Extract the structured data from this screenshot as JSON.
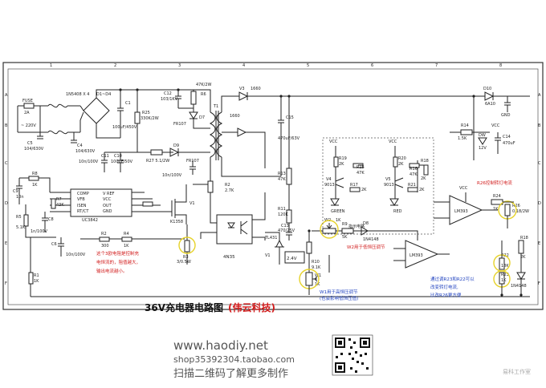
{
  "title": {
    "text": "36V充电器电路图",
    "company": "(伟云科技)"
  },
  "website": {
    "url": "www.haodiy.net",
    "shop": "shop35392304.taobao.com",
    "cta": "扫描二维码了解更多制作"
  },
  "watermark": "易科工作室",
  "grid": {
    "columns": [
      "1",
      "2",
      "3",
      "4",
      "5",
      "6",
      "7",
      "8"
    ],
    "rows": [
      "A",
      "B",
      "C",
      "D",
      "E",
      "F"
    ]
  },
  "notes": {
    "resistor_note": [
      "这个3欧电阻是控制充",
      "电恒流的，阻值越大，",
      "输出电流越小。"
    ],
    "indicator_box": "指示电路",
    "w2_note": "W2用于低恒压调节",
    "w1_note": [
      "W1用于高恒压调节",
      "(也会影响低恒压值)"
    ],
    "r23_note": [
      "通过调R23和R22可以",
      "改变转灯电流,",
      "比改R26更方便"
    ],
    "r26_note": "R26控制转灯电流"
  },
  "chips": {
    "uc": {
      "name": "UC3842",
      "pins": [
        "COMP",
        "VFB",
        "ISEN",
        "RT/CT",
        "V REF",
        "VCC",
        "OUT",
        "GND"
      ]
    },
    "opto": "4N35",
    "reg": "TL431",
    "reg_v": "2.4V",
    "lm_top": "LM393",
    "lm_mid": "LM393"
  },
  "labels": {
    "fuse": "FUSE",
    "fuse_val": "2A",
    "ac": "~ 220V",
    "bridge": "1N5408 X 4",
    "bridge_ref": "D1~D4",
    "c1": "C1",
    "c1v": "100uF/450V",
    "c4": "C4",
    "c4v": "104/630V",
    "c5": "C5",
    "c5v": "104/630V",
    "r25": "R25",
    "r25v": "330K/2W",
    "c12": "C12",
    "c12v": "103/1KV",
    "r6": "R6",
    "r6v": "47K/2W",
    "d7": "D7",
    "fr": "FR107",
    "t1": "T1",
    "v3": "V3",
    "v3v": "1660",
    "c15": "C15",
    "c15v": "470uF/63V",
    "c11": "C11",
    "c10": "C10",
    "c11v": "10n/100V",
    "c10v": "100uF/50V",
    "r27": "R27  5.1/2W",
    "d9": "D9",
    "r8": "R8",
    "r8v": "1K",
    "c9": "C9",
    "c9v": "10n",
    "r7": "R7",
    "r7v": "43K",
    "r5": "R5",
    "r5v": "5.1K",
    "c8": "C8",
    "c8v": "1n/100V",
    "c6": "C6",
    "c6v": "10n/100V",
    "r2": "R2",
    "r2v": "300",
    "r4": "R4",
    "r4v": "1K",
    "r1": "R1",
    "r1v": "1K",
    "r3": "R3",
    "r3v": "3/0.5W",
    "k1358": "K1358",
    "v1": "V1",
    "r2k": "R2",
    "r2kv": "2.7K",
    "r13": "R13",
    "r13v": "47K",
    "r11": "R11",
    "r11v": "120K",
    "c13": "C13",
    "c13v": "470/25V",
    "r10": "R10",
    "r10v": "9.1K",
    "w1": "W1",
    "w1v": "1K",
    "w2": "W2",
    "w2v": "1K",
    "r9": "R9",
    "r9v": "5K",
    "d8": "D8",
    "d8v": "1N4148",
    "r19": "R19",
    "r19v": "2K",
    "r15": "R15",
    "r15v": "47K",
    "r17": "R17",
    "r17v": "2K",
    "v4": "V4",
    "v4v": "9013",
    "r20": "R20",
    "r20v": "2K",
    "r16": "R16",
    "r16v": "47K",
    "r18": "R18",
    "r18v": "2K",
    "r21": "R21",
    "r21v": "2K",
    "v5": "V5",
    "v5v": "9013",
    "green": "GREEN",
    "redled": "RED",
    "d10": "D10",
    "d10v": "6A10",
    "r14": "R14",
    "r14v": "1.5K",
    "dw": "DW",
    "dwv": "12V",
    "c14": "C14",
    "c14v": "470uF",
    "vcc": "VCC",
    "gnd": "GND",
    "r24": "R24",
    "r24v": "1K",
    "r26": "R26",
    "r26v": "0.18/2W",
    "r22": "R22",
    "r22v": "18K",
    "r23": "R23",
    "r23v": "1K",
    "d9b": "1N4148"
  },
  "colors": {
    "note_red": "#d11a1a",
    "note_blue": "#1c3fbf",
    "highlight": "#e6d22a",
    "line": "#222222"
  }
}
